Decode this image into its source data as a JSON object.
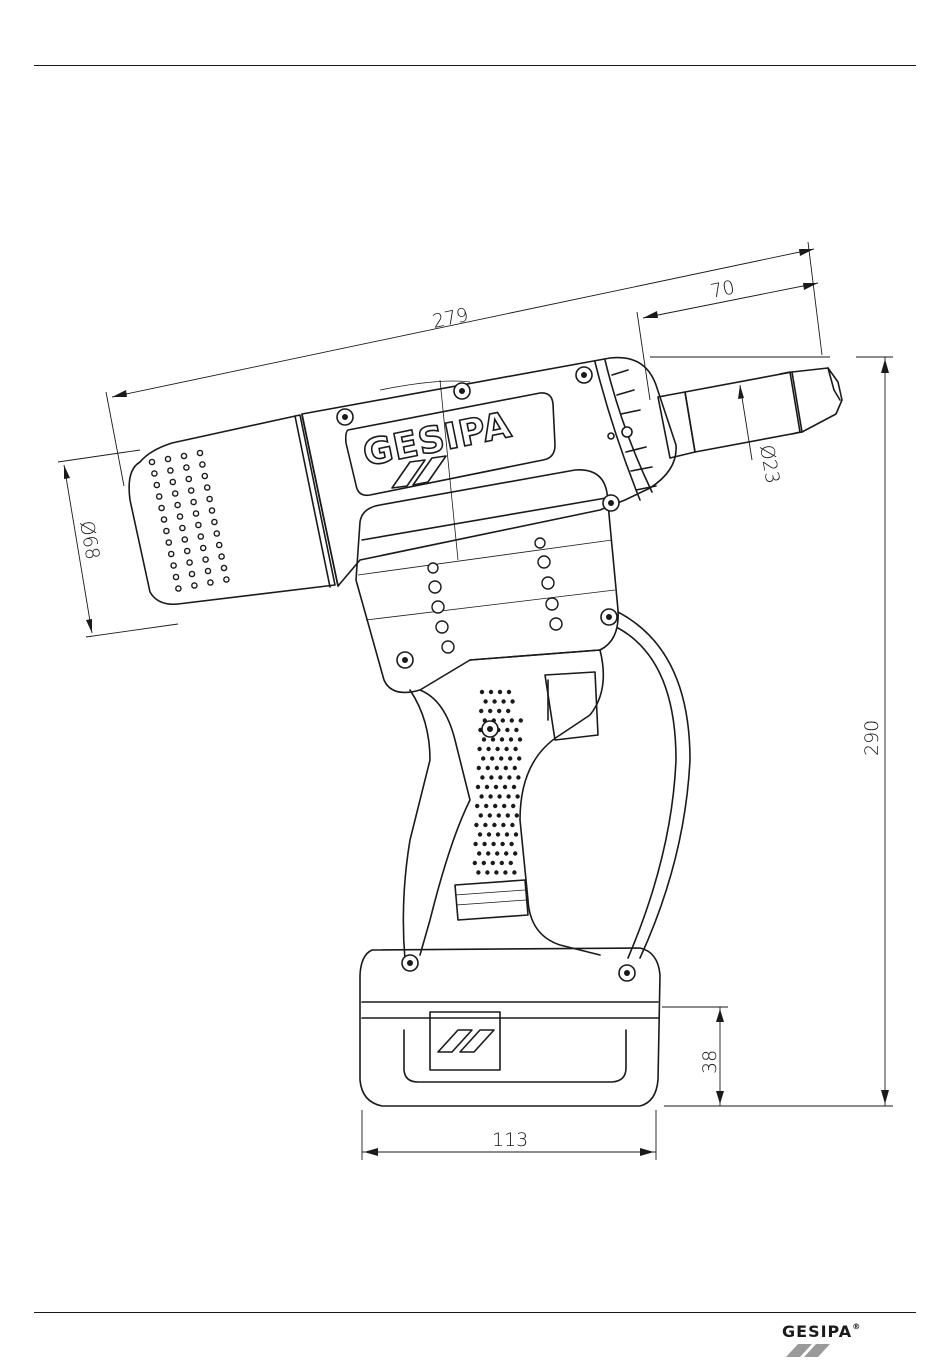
{
  "dimensions": {
    "overall_length": "279",
    "nose_length": "70",
    "nose_diameter": "Ø23",
    "head_diameter": "Ø68",
    "total_height": "290",
    "battery_height": "38",
    "battery_width": "113"
  },
  "tool_brand": "GESIPA",
  "footer_logo": {
    "brand": "GESIPA",
    "registered_mark": "®"
  },
  "colors": {
    "line": "#1a1a1a",
    "background": "#ffffff"
  }
}
